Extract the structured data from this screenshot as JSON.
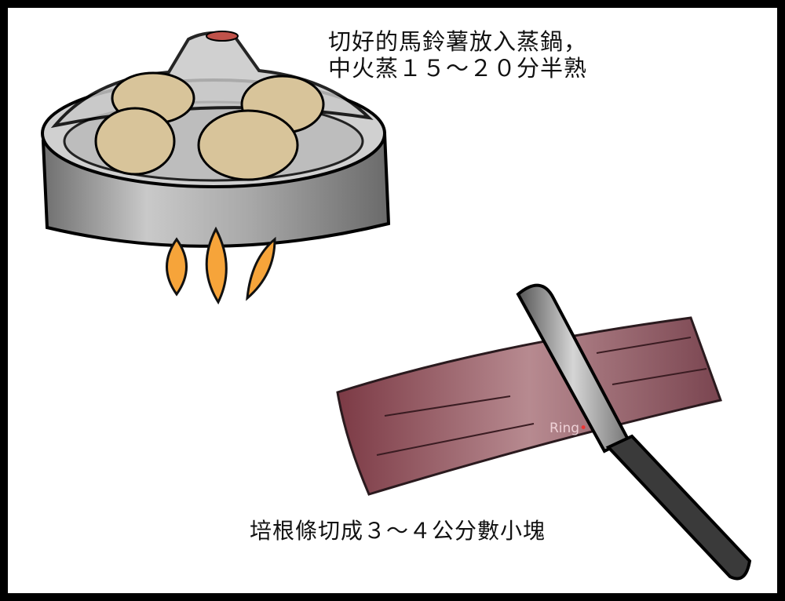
{
  "captions": {
    "steam_potatoes": [
      "切好的馬鈴薯放入蒸鍋，",
      "中火蒸１５～２０分半熟"
    ],
    "cut_bacon": "培根條切成３～４公分數小塊"
  },
  "watermark": "Ring",
  "colors": {
    "frame": "#000000",
    "pot": "#9a9a9a",
    "potato": "#d8c49a",
    "bacon": "#8a4a55",
    "flame": "#f6a43a"
  }
}
